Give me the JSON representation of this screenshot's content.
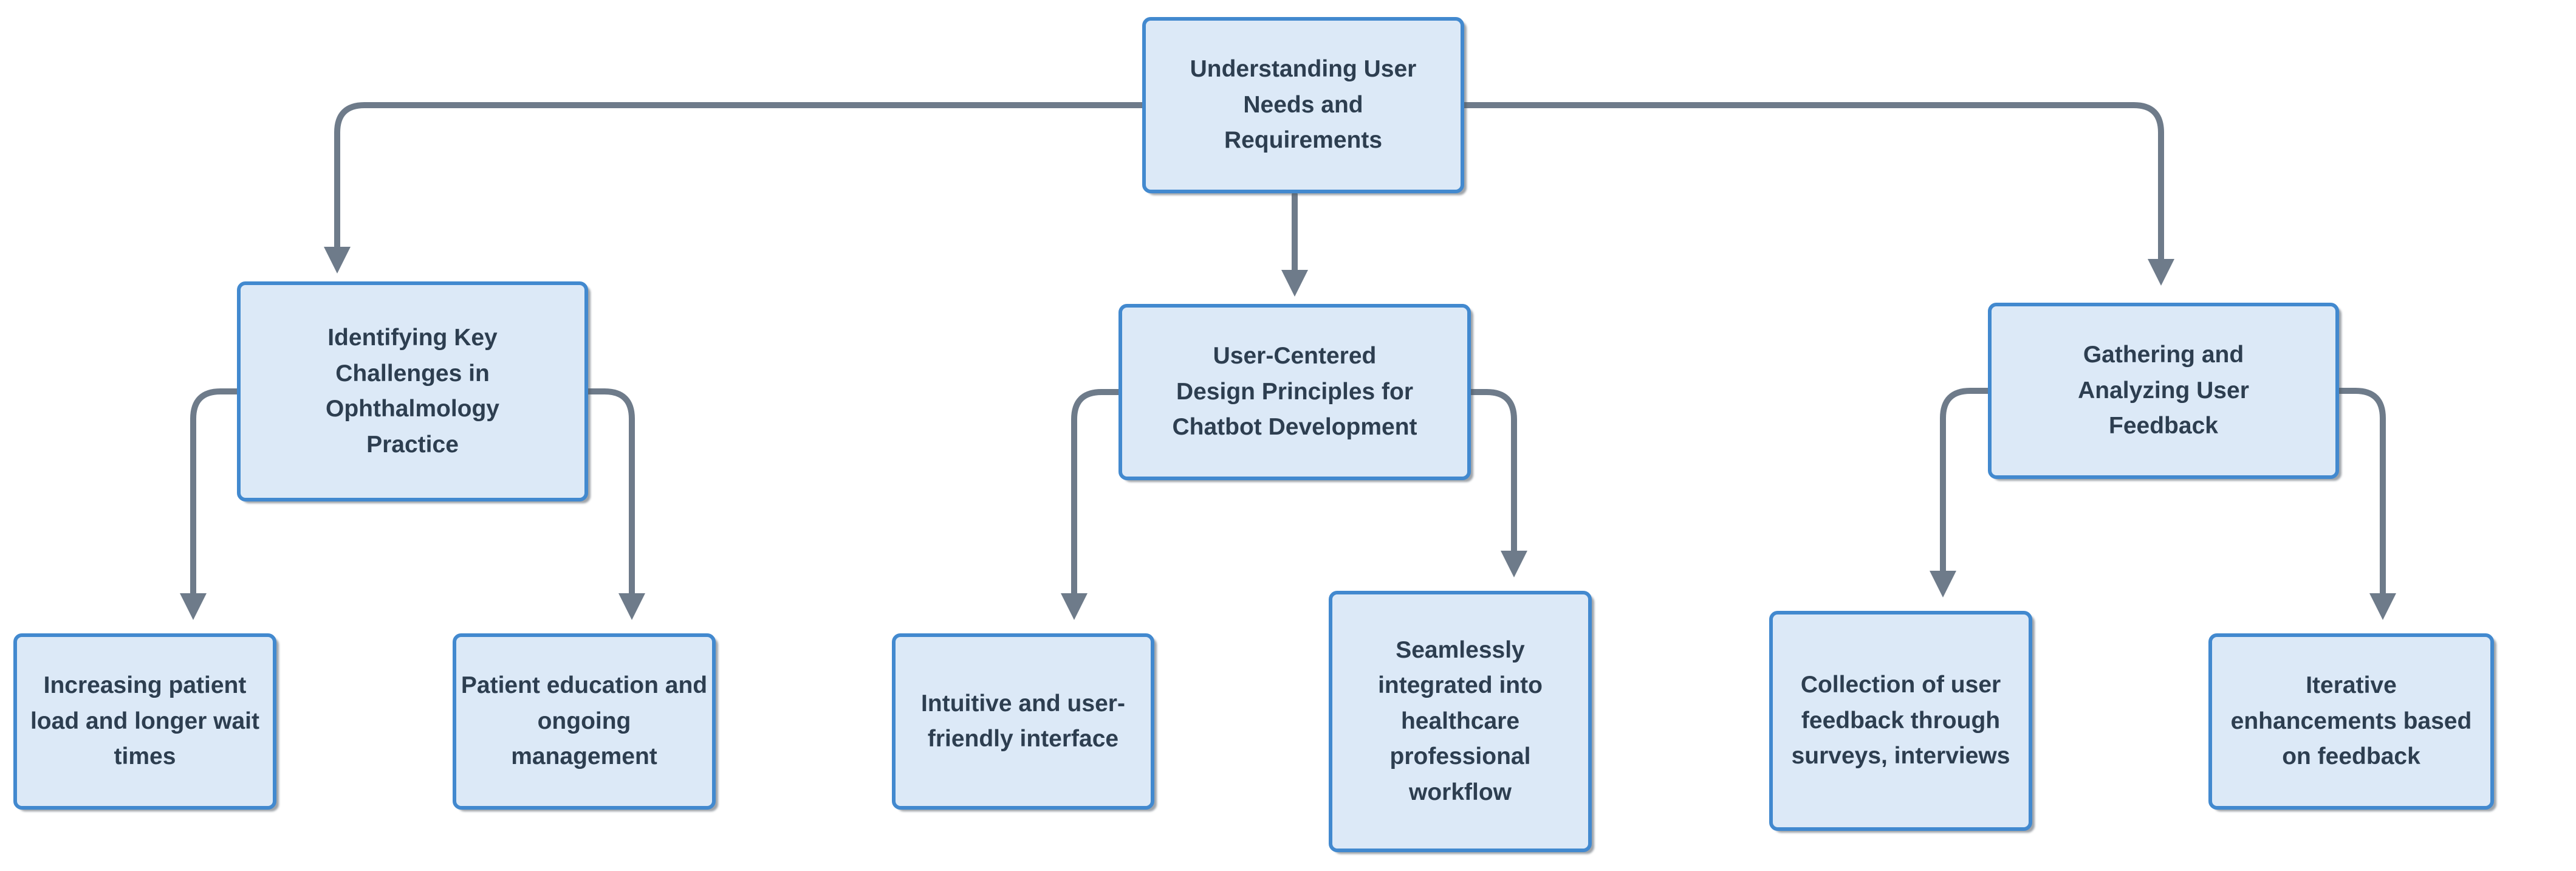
{
  "colors": {
    "background": "#ffffff",
    "node_fill": "#dce9f7",
    "node_border": "#4289cf",
    "node_text": "#2d3e50",
    "connector": "#6e7b8a"
  },
  "diagram": {
    "type": "flowchart-tree",
    "nodes": {
      "root": {
        "label": "Understanding User\nNeeds and\nRequirements"
      },
      "identifying": {
        "label": "Identifying Key\nChallenges in\nOphthalmology\nPractice"
      },
      "design": {
        "label": "User-Centered\nDesign Principles for\nChatbot Development"
      },
      "gathering": {
        "label": "Gathering and\nAnalyzing User\nFeedback"
      },
      "patient_load": {
        "label": "Increasing patient\nload and longer wait\ntimes"
      },
      "patient_education": {
        "label": "Patient education and\nongoing\nmanagement"
      },
      "intuitive": {
        "label": "Intuitive and user-\nfriendly interface"
      },
      "seamless": {
        "label": "Seamlessly\nintegrated into\nhealthcare\nprofessional\nworkflow"
      },
      "collection": {
        "label": "Collection of user\nfeedback through\nsurveys, interviews"
      },
      "iterative": {
        "label": "Iterative\nenhancements based\non feedback"
      }
    },
    "edges": [
      {
        "from": "root",
        "to": "identifying"
      },
      {
        "from": "root",
        "to": "design"
      },
      {
        "from": "root",
        "to": "gathering"
      },
      {
        "from": "identifying",
        "to": "patient_load"
      },
      {
        "from": "identifying",
        "to": "patient_education"
      },
      {
        "from": "design",
        "to": "intuitive"
      },
      {
        "from": "design",
        "to": "seamless"
      },
      {
        "from": "gathering",
        "to": "collection"
      },
      {
        "from": "gathering",
        "to": "iterative"
      }
    ]
  }
}
